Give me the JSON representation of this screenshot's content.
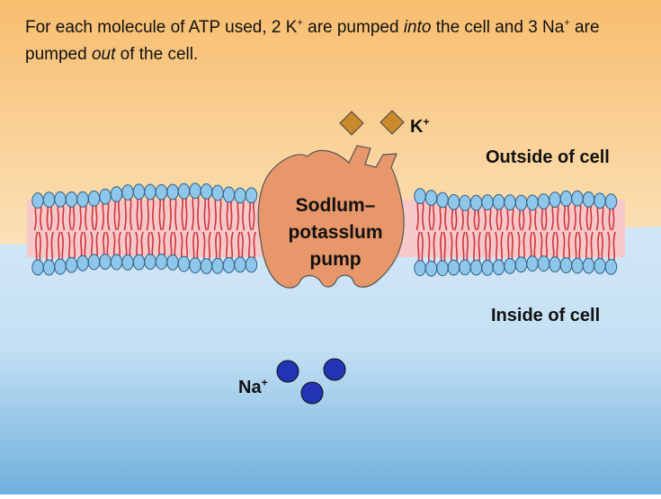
{
  "caption": {
    "part1": "For each molecule of ATP used, 2 K",
    "sup1": "+",
    "part2": " are pumped ",
    "em1": "into",
    "part3": " the cell and 3 Na",
    "sup2": "+",
    "part4": " are pumped ",
    "em2": "out",
    "part5": " of the cell."
  },
  "labels": {
    "outside": "Outside of cell",
    "inside": "Inside of cell",
    "k_ion": "K",
    "k_charge": "+",
    "na_ion": "Na",
    "na_charge": "+"
  },
  "pump": {
    "line1": "Sodlum–",
    "line2": "potasslum",
    "line3": "pump"
  },
  "colors": {
    "outside_top": "#f8bd6e",
    "outside_bottom": "#fbe5c0",
    "inside_top": "#d2e7f6",
    "inside_bottom": "#6fb0dc",
    "lipid_head": "#8fc7ea",
    "lipid_tail": "#d2333d",
    "membrane_core": "#f6c9c8",
    "pump_fill": "#e8976a",
    "k_ion_fill": "#c98a2c",
    "na_ion_fill": "#2233b4"
  },
  "icons": {
    "k_ions": "diamond-shape",
    "na_ions": "circle-shape",
    "lipids": "phospholipid-head-ellipse"
  }
}
